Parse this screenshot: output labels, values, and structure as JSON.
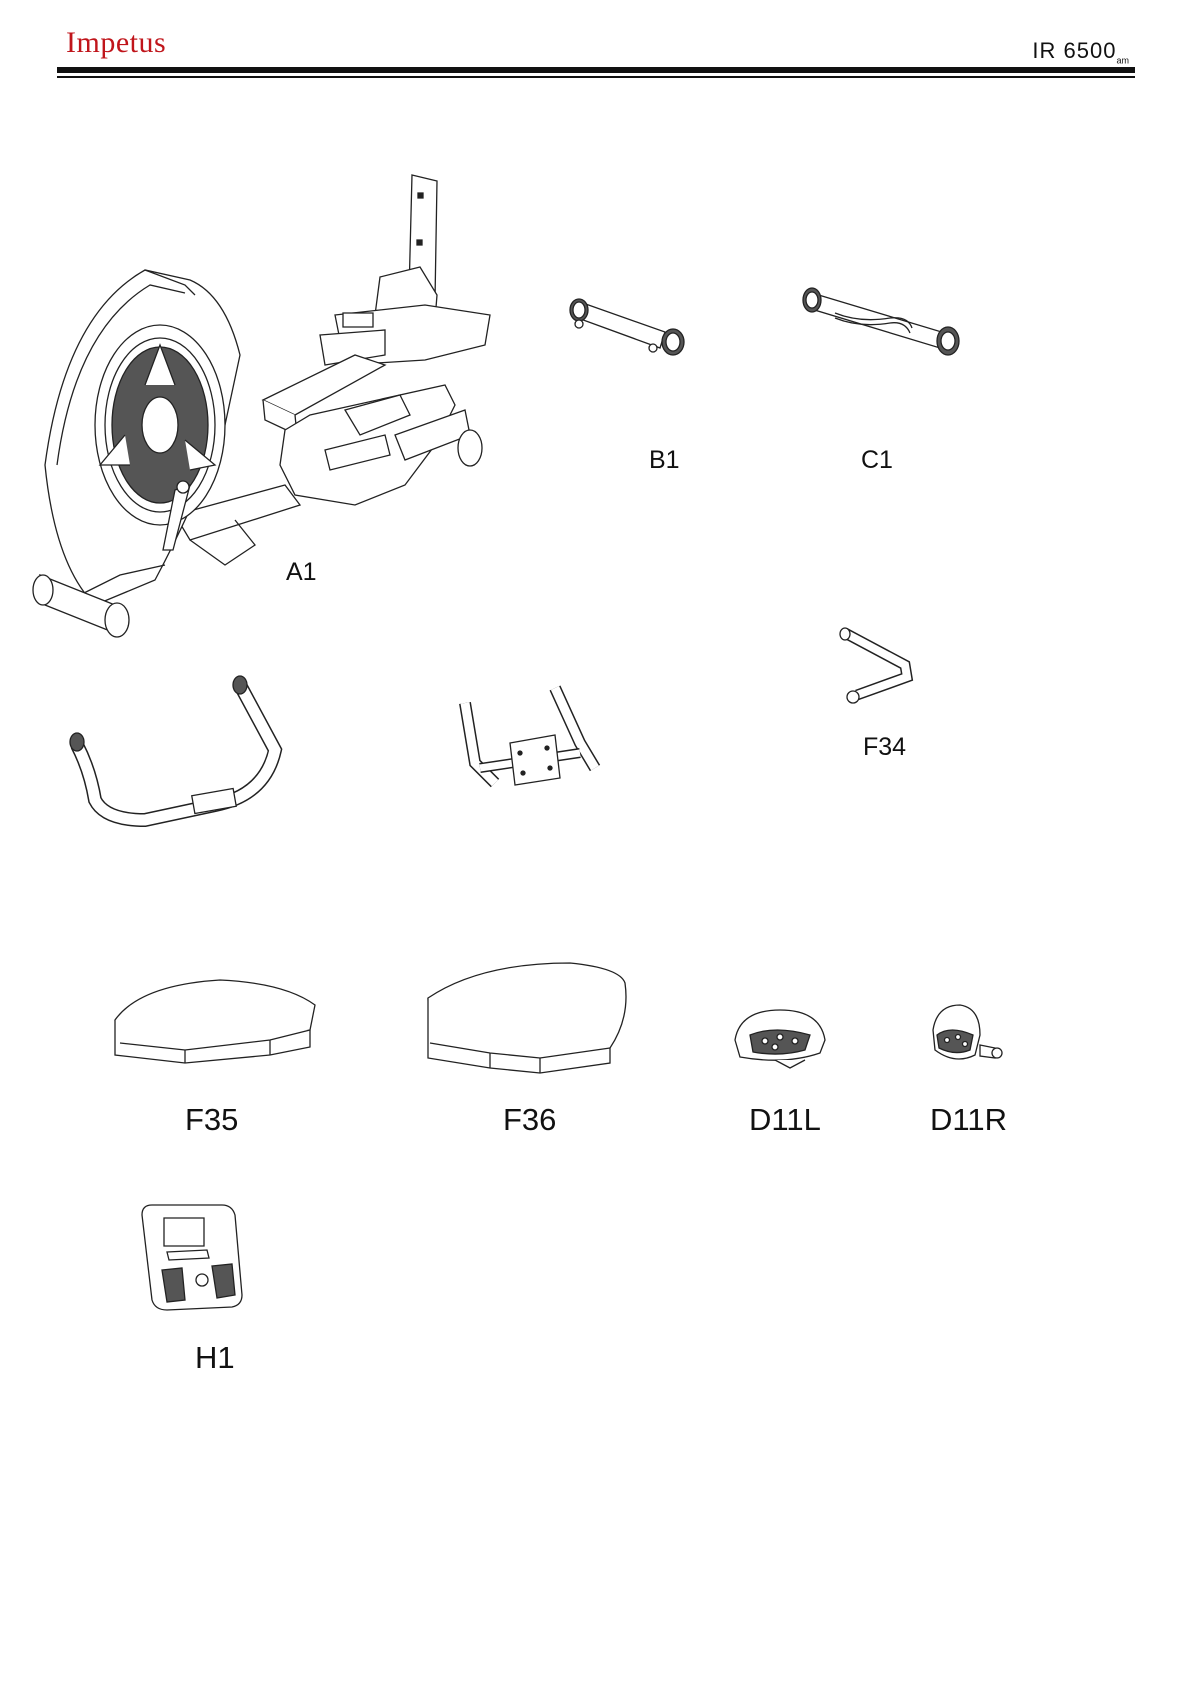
{
  "header": {
    "brand": "Impetus",
    "model": "IR 6500",
    "model_suffix": "am"
  },
  "parts": {
    "a1": "A1",
    "b1": "B1",
    "c1": "C1",
    "f34": "F34",
    "f35": "F35",
    "f36": "F36",
    "d11l": "D11L",
    "d11r": "D11R",
    "h1": "H1"
  }
}
